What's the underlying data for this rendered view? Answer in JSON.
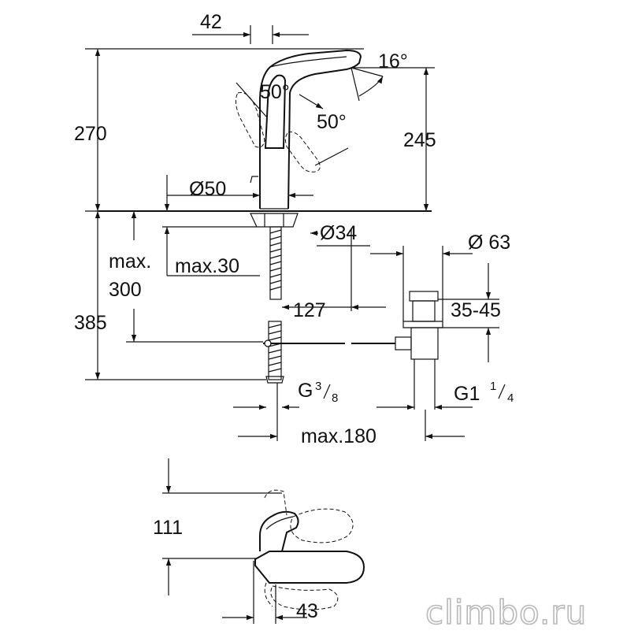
{
  "dimensions": {
    "spout_offset": "42",
    "spout_angle": "16°",
    "lever_angle_left": "50°",
    "lever_angle_right": "50°",
    "total_height": "270",
    "spout_height": "245",
    "base_diameter": "Ø50",
    "hole_diameter": "Ø34",
    "waste_diameter": "Ø 63",
    "max_300_line1": "max.",
    "max_300_line2": "300",
    "deck_thickness": "max.30",
    "projection": "127",
    "plug_height": "35-45",
    "below_deck": "385",
    "supply_thread_main": "G",
    "supply_thread_num": "3",
    "supply_thread_den": "8",
    "waste_thread_main": "G1",
    "waste_thread_num": "1",
    "waste_thread_den": "4",
    "max_180": "max.180",
    "top_view_height": "111",
    "top_view_width": "43"
  },
  "watermark": "climbo.ru"
}
